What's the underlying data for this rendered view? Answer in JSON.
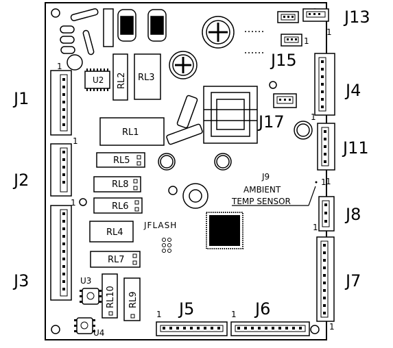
{
  "labels": {
    "j1": "J1",
    "j2": "J2",
    "j3": "J3",
    "j4": "J4",
    "j5": "J5",
    "j6": "J6",
    "j7": "J7",
    "j8": "J8",
    "j11": "J11",
    "j13": "J13",
    "j15": "J15",
    "j17": "J17"
  },
  "relays": {
    "rl1": "RL1",
    "rl2": "RL2",
    "rl3": "RL3",
    "rl4": "RL4",
    "rl5": "RL5",
    "rl6": "RL6",
    "rl7": "RL7",
    "rl8": "RL8",
    "rl9": "RL9",
    "rl10": "RL10"
  },
  "ics": {
    "u2": "U2",
    "u3": "U3",
    "u4": "U4"
  },
  "text": {
    "jflash": "JFLASH",
    "j9": "J9",
    "ambient": "AMBIENT",
    "temp_sensor": "TEMP SENSOR",
    "pin1": "1"
  }
}
